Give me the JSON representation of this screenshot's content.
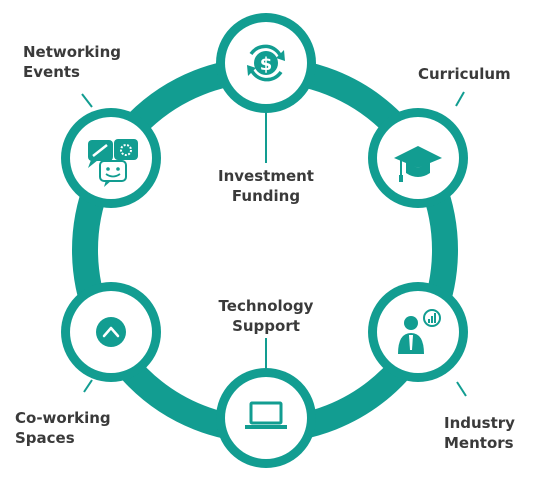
{
  "colors": {
    "teal": "#129D91",
    "text": "#3a3a3a",
    "white": "#ffffff"
  },
  "nodes": [
    {
      "id": "investment",
      "icon": "dollar-cycle-icon"
    },
    {
      "id": "curriculum",
      "icon": "graduation-cap-icon"
    },
    {
      "id": "mentors",
      "icon": "mentor-chart-icon"
    },
    {
      "id": "technology",
      "icon": "laptop-icon"
    },
    {
      "id": "coworking",
      "icon": "power-button-icon"
    },
    {
      "id": "networking",
      "icon": "chat-bubbles-icon"
    }
  ],
  "labels": {
    "networking": [
      "Networking",
      "Events"
    ],
    "curriculum": [
      "Curriculum"
    ],
    "investment": [
      "Investment",
      "Funding"
    ],
    "technology": [
      "Technology",
      "Support"
    ],
    "coworking": [
      "Co-working",
      "Spaces"
    ],
    "mentors": [
      "Industry",
      "Mentors"
    ]
  }
}
